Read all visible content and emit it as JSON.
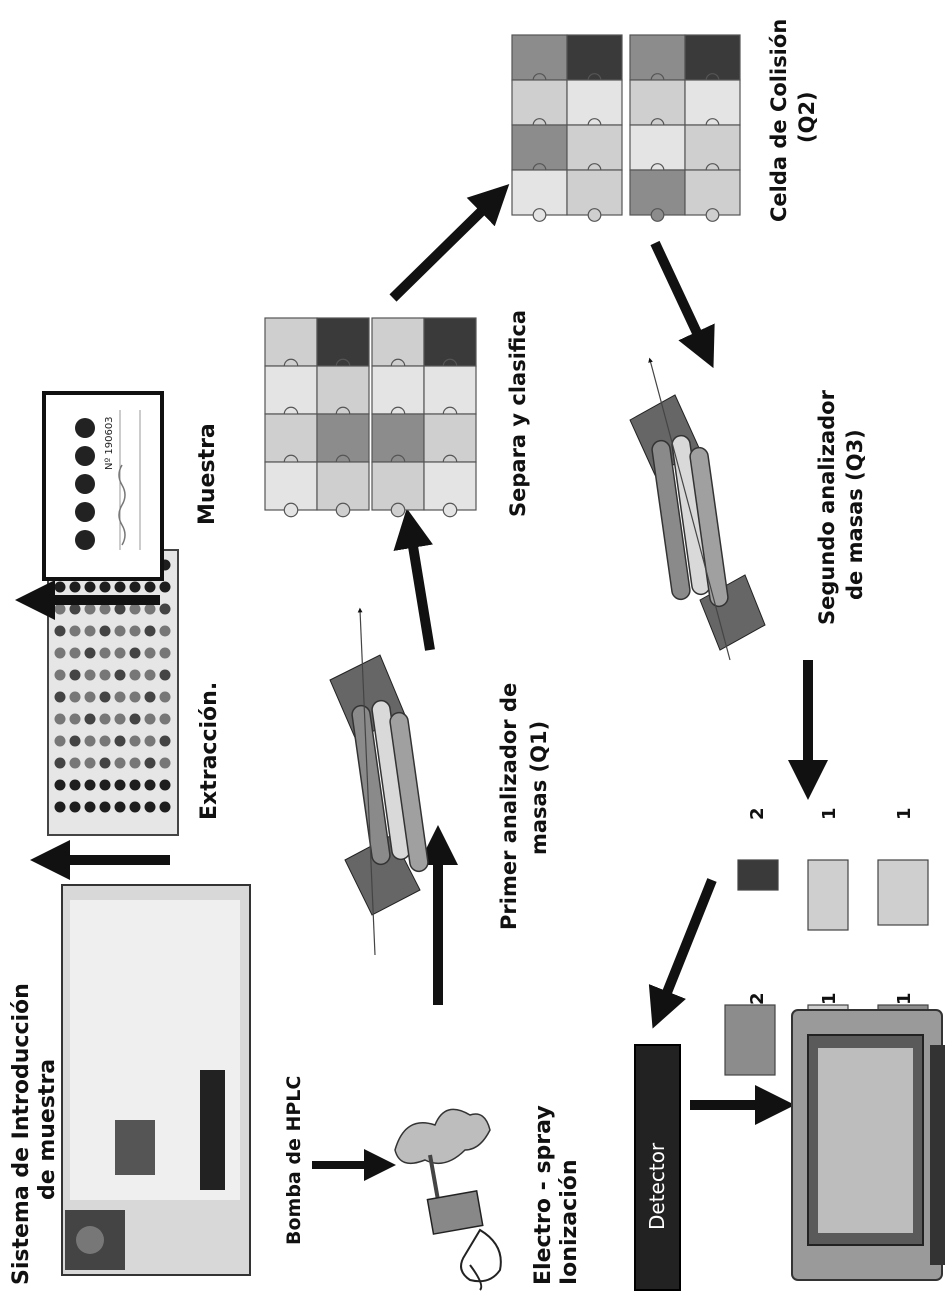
{
  "labels": {
    "sample_intro": "Sistema de Introducción",
    "sample_intro_2": "de muestra",
    "extraction": "Extracción.",
    "sample": "Muestra",
    "pump": "Bomba de HPLC",
    "electrospray_1": "Electro - spray",
    "electrospray_2": "Ionización",
    "q1_1": "Primer analizador de",
    "q1_2": "masas (Q1)",
    "separate": "Separa y clasifica",
    "q2_1": "Celda de Colisión",
    "q2_2": "(Q2)",
    "q3_1": "Segundo analizador",
    "q3_2": "de masas (Q3)",
    "detector": "Detector"
  },
  "card": {
    "number": "Nº 190603"
  },
  "counts": {
    "left_col": [
      "2",
      "1",
      "1"
    ],
    "right_col": [
      "2",
      "1",
      "1"
    ]
  },
  "colors": {
    "dark": "#111111",
    "piece_dark": "#3a3a3a",
    "piece_mid": "#8c8c8c",
    "piece_light": "#cfcfcf",
    "piece_pale": "#e4e4e4"
  }
}
